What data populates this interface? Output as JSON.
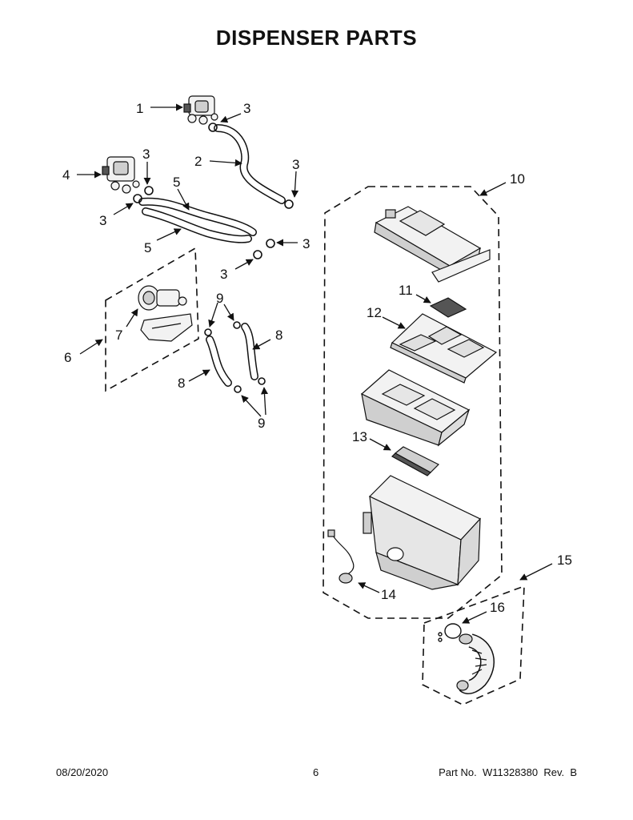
{
  "title": "DISPENSER PARTS",
  "callouts": {
    "c1": "1",
    "c2": "2",
    "c3": "3",
    "c4": "4",
    "c5": "5",
    "c6": "6",
    "c7": "7",
    "c8": "8",
    "c9": "9",
    "c10": "10",
    "c11": "11",
    "c12": "12",
    "c13": "13",
    "c14": "14",
    "c15": "15",
    "c16": "16"
  },
  "footer": {
    "date": "08/20/2020",
    "page": "6",
    "part": "Part No.  W11328380  Rev.  B"
  },
  "colors": {
    "ink": "#111111",
    "fill_light": "#f2f2f2",
    "fill_mid": "#cfcfcf",
    "fill_dark": "#555555"
  }
}
